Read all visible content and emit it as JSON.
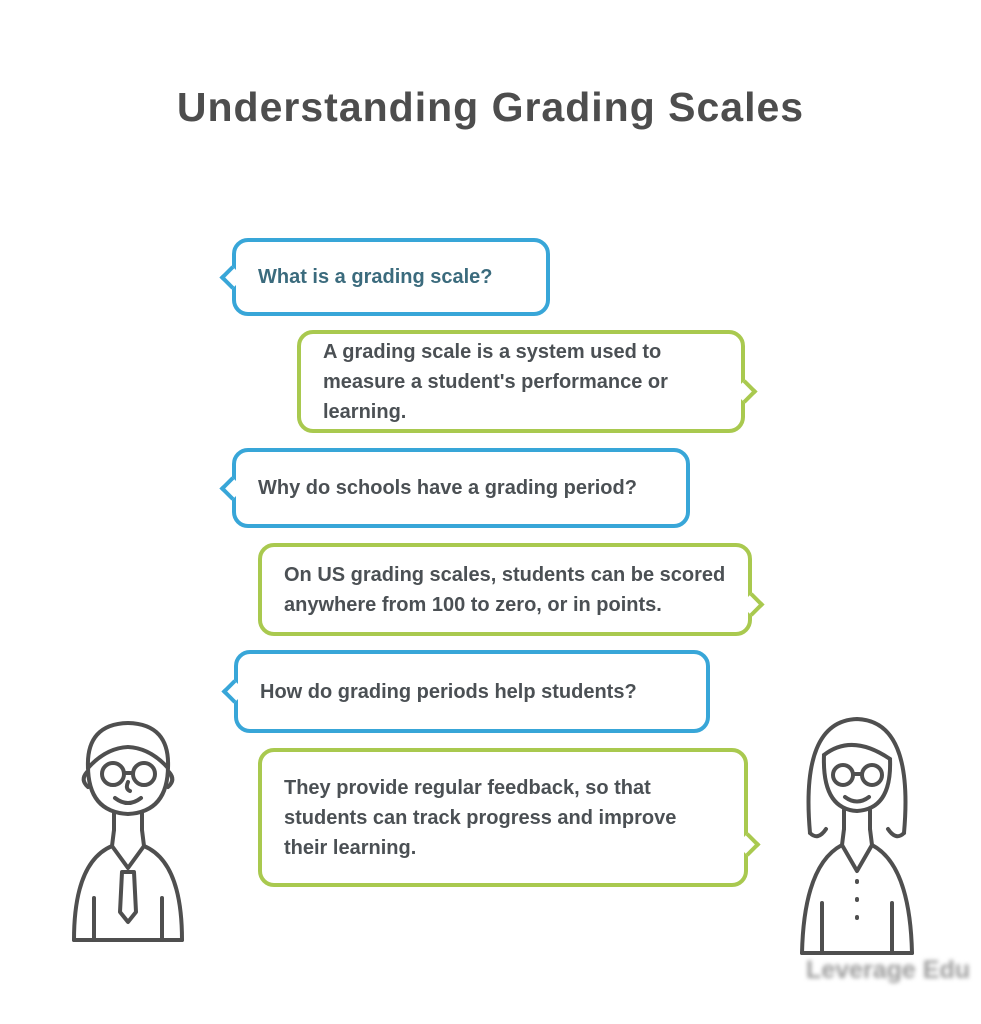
{
  "title": "Understanding Grading Scales",
  "colors": {
    "bubble_blue_border": "#38a6d8",
    "bubble_green_border": "#a9c94f",
    "question_text_teal": "#3b6b7d",
    "body_text": "#4b5054",
    "title_text": "#4d4d4d",
    "watermark_text": "#9b9b9b",
    "avatar_line": "#4f4f4f"
  },
  "conversation": [
    {
      "speaker": "man",
      "style": "blue",
      "lines": {
        "0": "What is a grading scale?"
      }
    },
    {
      "speaker": "woman",
      "style": "green",
      "lines": {
        "0": "A grading scale is a system used to",
        "1": "measure a student's performance or learning."
      }
    },
    {
      "speaker": "man",
      "style": "blue",
      "lines": {
        "0": "Why do schools have a grading period?"
      }
    },
    {
      "speaker": "woman",
      "style": "green",
      "lines": {
        "0": "On US grading scales, students can be scored",
        "1": "anywhere from 100 to zero, or in points."
      }
    },
    {
      "speaker": "man",
      "style": "blue",
      "lines": {
        "0": "How do grading periods help students?"
      }
    },
    {
      "speaker": "woman",
      "style": "green",
      "lines": {
        "0": "They provide regular feedback, so that",
        "1": "students can track progress and improve",
        "2": "their learning."
      }
    }
  ],
  "watermark": "Leverage Edu"
}
